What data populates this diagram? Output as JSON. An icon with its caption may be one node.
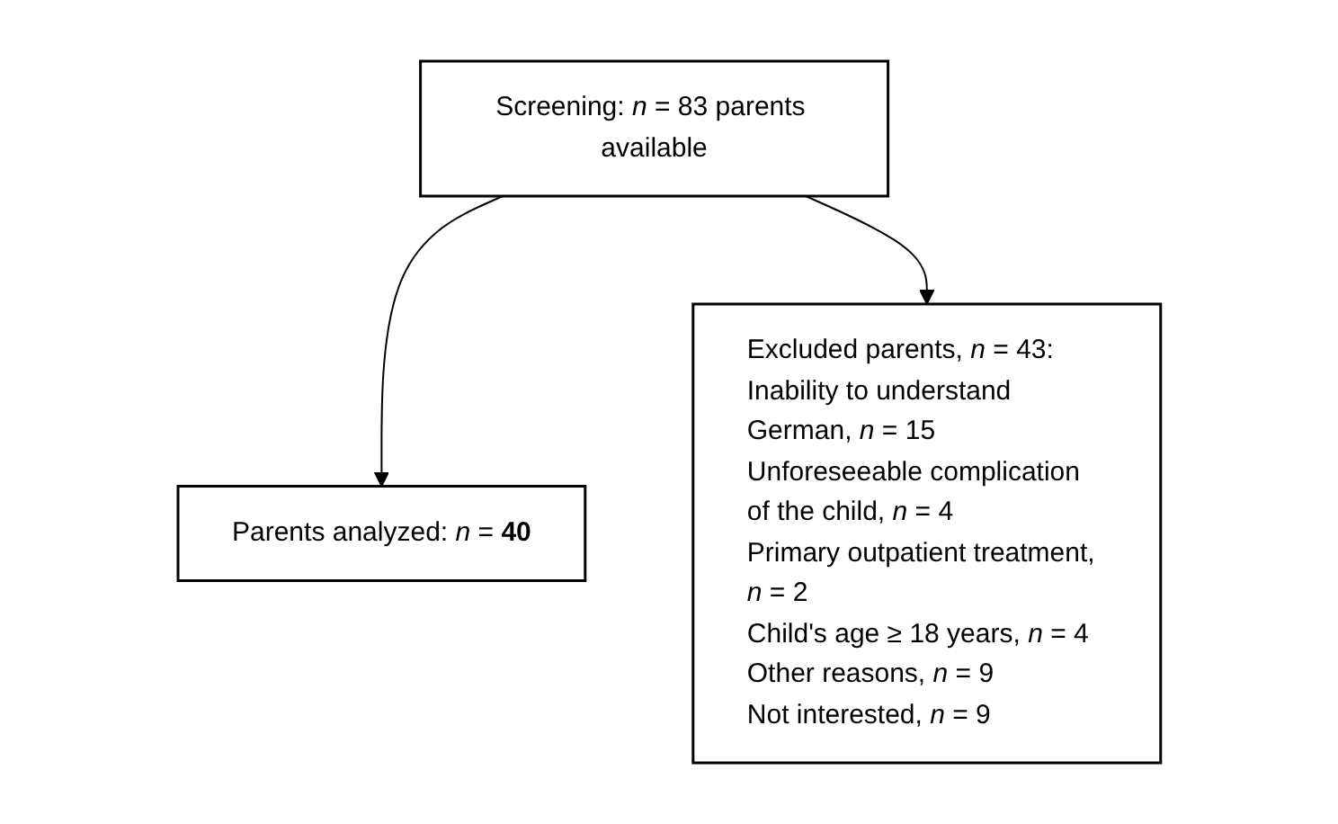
{
  "diagram": {
    "nodes": [
      {
        "text": [
          "Screening: *n* = 83 parents available"
        ]
      },
      {
        "text": [
          "Excluded parents, *n* = 43:",
          "Inability to understand German, *n* = 15",
          "Unforeseeable complication of the child, *n* = 4",
          "Primary outpatient treatment, *n* = 2",
          "Child's age ≥ 18 years, *n* = 4",
          "Other reasons, *n* = 9",
          "Not interested, *n* = 9"
        ]
      },
      {
        "text": [
          "Parents analyzed: *n* = **40**"
        ]
      }
    ],
    "edges": [
      {
        "from": 0,
        "to": 2,
        "arrow": "to"
      },
      {
        "from": 0,
        "to": 1,
        "arrow": "to"
      }
    ]
  }
}
